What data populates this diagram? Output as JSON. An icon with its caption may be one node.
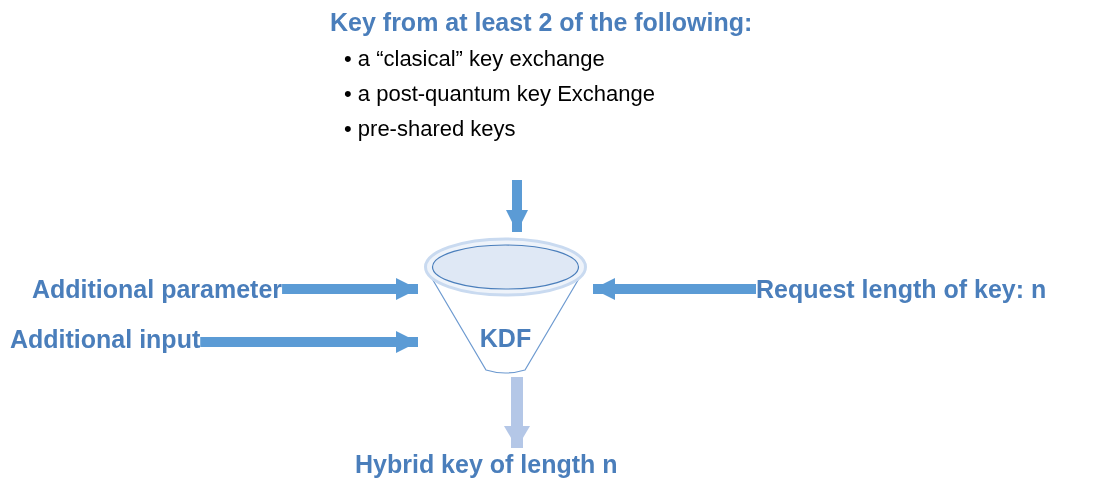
{
  "diagram": {
    "nodes": [
      {
        "text": [
          "Key from at least 2 of the following:",
          "• a “clasical” key exchange",
          "• a post-quantum key Exchange",
          "• pre-shared keys"
        ]
      },
      {
        "text": [
          "Additional parameter"
        ]
      },
      {
        "text": [
          "Additional input"
        ]
      },
      {
        "text": [
          "KDF"
        ]
      },
      {
        "text": [
          "Request length of key: n"
        ]
      },
      {
        "text": [
          "Hybrid key of length n"
        ]
      }
    ],
    "edges": [
      {
        "from": 0,
        "to": 3,
        "arrow": "to"
      },
      {
        "from": 1,
        "to": 3,
        "arrow": "to"
      },
      {
        "from": 2,
        "to": 3,
        "arrow": "to"
      },
      {
        "from": 4,
        "to": 3,
        "arrow": "to"
      },
      {
        "from": 3,
        "to": 5,
        "arrow": "to",
        "color": "#b4c7e7"
      }
    ]
  }
}
